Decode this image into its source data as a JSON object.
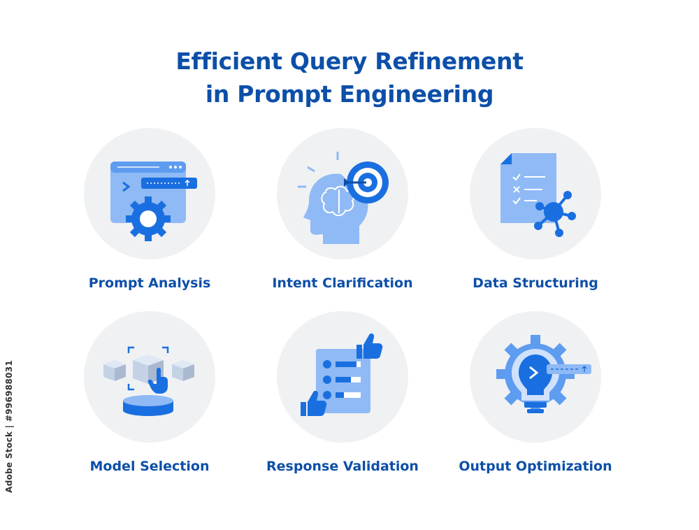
{
  "title": {
    "line1": "Efficient Query Refinement",
    "line2": "in Prompt Engineering"
  },
  "items": [
    {
      "label": "Prompt Analysis",
      "icon": "browser-gear-icon"
    },
    {
      "label": "Intent Clarification",
      "icon": "head-target-icon"
    },
    {
      "label": "Data Structuring",
      "icon": "document-network-icon"
    },
    {
      "label": "Model Selection",
      "icon": "cubes-selection-icon"
    },
    {
      "label": "Response Validation",
      "icon": "feedback-thumbs-icon"
    },
    {
      "label": "Output Optimization",
      "icon": "lightbulb-gear-icon"
    }
  ],
  "watermark": "Adobe Stock | #996988031",
  "colors": {
    "primary": "#1a6fe0",
    "light": "#8fbaf5",
    "pale": "#cfe1fb",
    "title": "#0d4fa8",
    "circle": "#f0f1f3"
  }
}
